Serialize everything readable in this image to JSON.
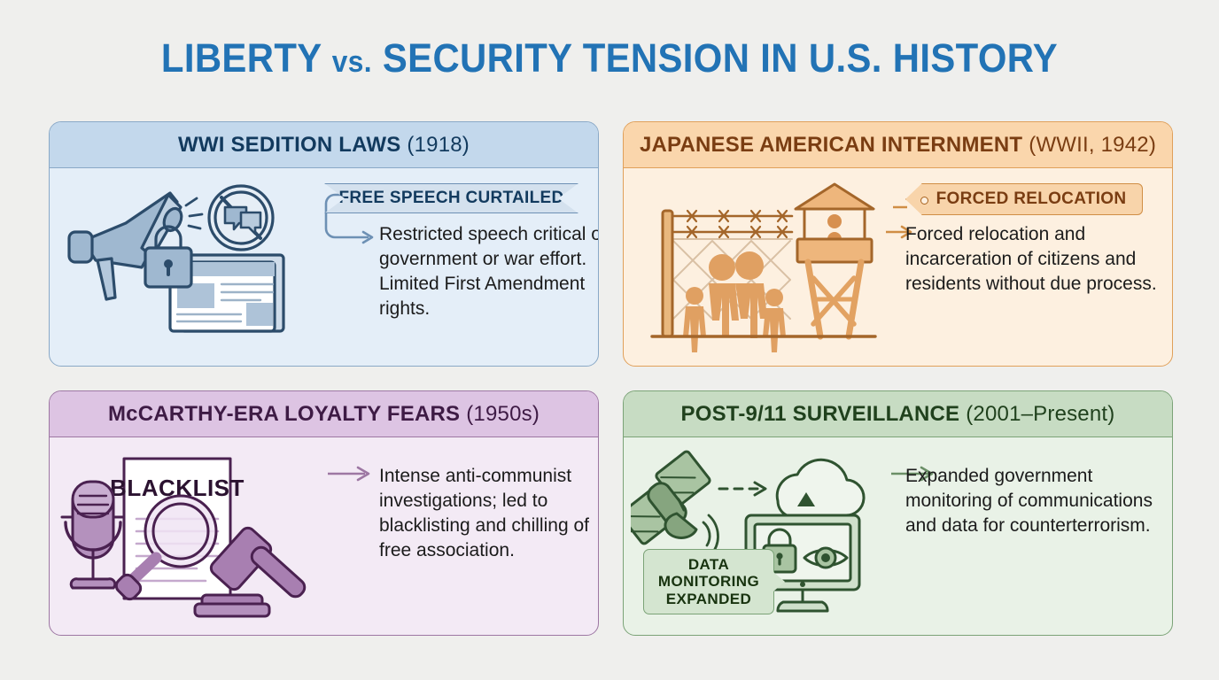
{
  "title": {
    "part1": "LIBERTY",
    "vs": "vs.",
    "part2": "SECURITY TENSION IN U.S. HISTORY"
  },
  "theme": {
    "page_background": "#efefed",
    "title_color": "#2273b5"
  },
  "cards": [
    {
      "id": "wwi-sedition-laws",
      "header_title": "WWI SEDITION LAWS",
      "header_year": "(1918)",
      "label": "FREE SPEECH CURTAILED",
      "description": "Restricted speech critical of government or war effort. Limited First Amendment rights.",
      "accent": "#6d90b4",
      "header_bg": "#c3d8ec",
      "body_bg": "#e4eef8",
      "illustration": [
        "megaphone-icon",
        "no-speech-icon",
        "padlock-icon",
        "newspaper-icon"
      ]
    },
    {
      "id": "japanese-american-internment",
      "header_title": "JAPANESE AMERICAN INTERNMENT",
      "header_year": "(WWII, 1942)",
      "label": "FORCED RELOCATION",
      "description": "Forced relocation and incarceration of citizens and residents without due process.",
      "accent": "#d08e45",
      "header_bg": "#fad6ac",
      "body_bg": "#fdf0e0",
      "illustration": [
        "barbed-wire-fence-icon",
        "family-silhouette-icon",
        "guard-tower-icon"
      ]
    },
    {
      "id": "mccarthy-era-loyalty-fears",
      "header_title": "McCARTHY-ERA LOYALTY FEARS",
      "header_year": "(1950s)",
      "label": "BLACKLIST",
      "description": "Intense anti-communist investigations; led to blacklisting and chilling of free association.",
      "accent": "#9d77a3",
      "header_bg": "#ddc4e3",
      "body_bg": "#f3eaf5",
      "illustration": [
        "microphone-icon",
        "blacklist-document-icon",
        "magnifying-glass-icon",
        "gavel-icon"
      ]
    },
    {
      "id": "post-911-surveillance",
      "header_title": "POST-9/11 SURVEILLANCE",
      "header_year": "(2001–Present)",
      "label_line1": "DATA",
      "label_line2": "MONITORING",
      "label_line3": "EXPANDED",
      "description": "Expanded government monitoring of communications and data for counterterrorism.",
      "accent": "#7ba377",
      "header_bg": "#c7dcc3",
      "body_bg": "#e9f2e7",
      "illustration": [
        "satellite-icon",
        "cloud-icon",
        "monitor-icon",
        "padlock-icon",
        "eye-icon"
      ]
    }
  ]
}
